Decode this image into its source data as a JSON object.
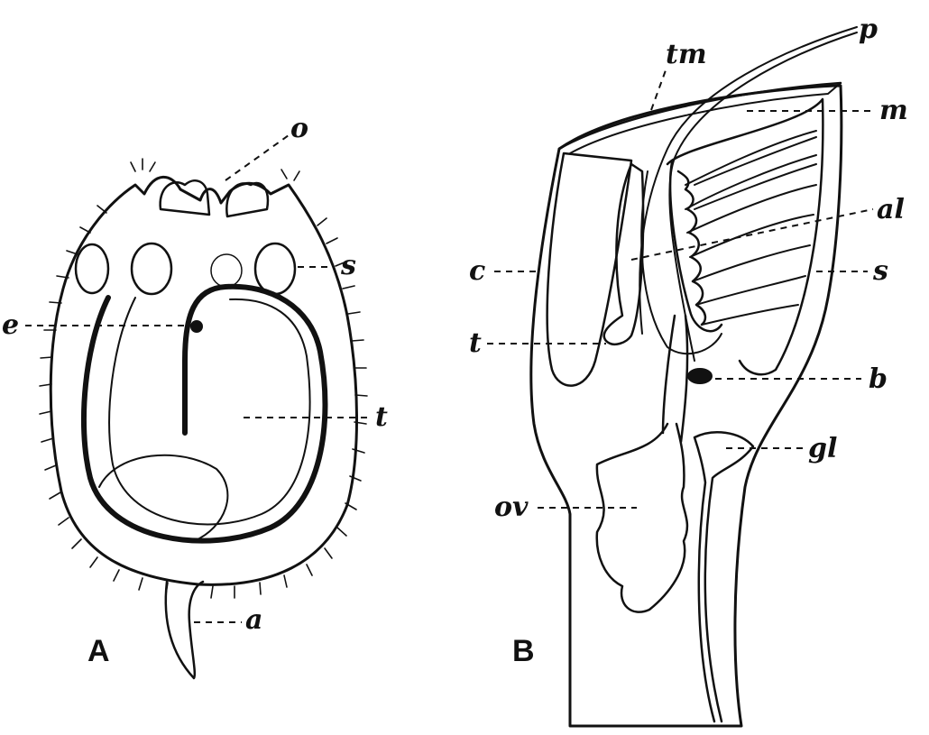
{
  "figure": {
    "panels": [
      {
        "caption": "A",
        "labels": {
          "o": "o",
          "s": "s",
          "e": "e",
          "t": "t",
          "a": "a"
        }
      },
      {
        "caption": "B",
        "labels": {
          "tm": "tm",
          "p": "p",
          "m": "m",
          "al": "al",
          "c": "c",
          "s": "s",
          "t": "t",
          "b": "b",
          "gl": "gl",
          "ov": "ov"
        }
      }
    ]
  }
}
